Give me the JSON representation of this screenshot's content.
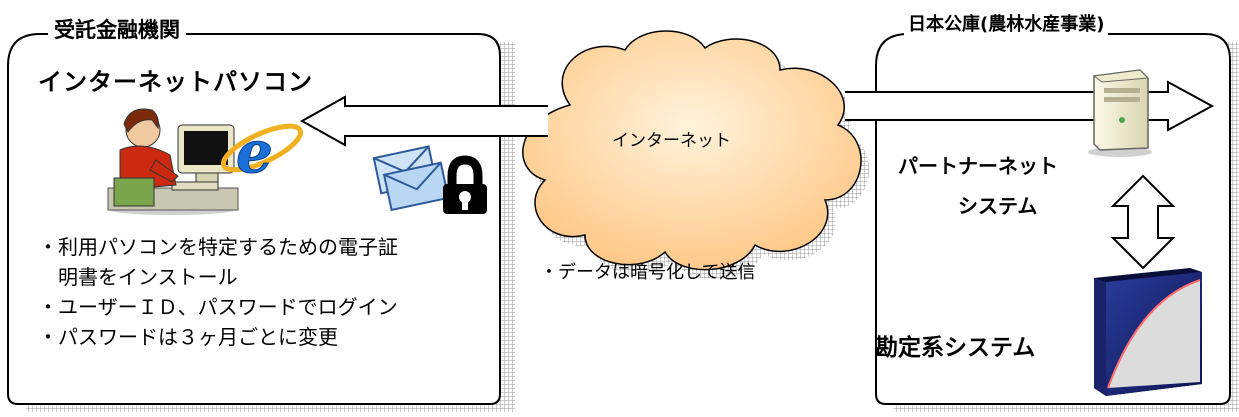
{
  "bank": {
    "title": "受託金融機関",
    "pc_heading": "インターネットパソコン",
    "notes": [
      "・利用パソコンを特定するための電子証",
      "　明書をインストール",
      "・ユーザーＩＤ、パスワードでログイン",
      "・パスワードは３ヶ月ごとに変更"
    ]
  },
  "jfc": {
    "title": "日本公庫(農林水産事業)",
    "partner_net_line1": "パートナーネット",
    "partner_net_line2": "システム",
    "accounting_system": "勘定系システム"
  },
  "network": {
    "cloud_label": "インターネット",
    "encryption_note": "・データは暗号化して送信"
  },
  "icons": {
    "person": "person-at-computer-icon",
    "browser": "internet-explorer-icon",
    "mail": "envelopes-icon",
    "lock": "padlock-icon",
    "server": "server-tower-icon",
    "database": "accounting-system-box-icon"
  },
  "colors": {
    "cloud_fill": "#ffd9a3",
    "shadow_grid": "#b9b9b9",
    "border": "#000000",
    "server_body": "#f1efd6",
    "box_front": "#1d2a78",
    "box_side": "#dcdcdc",
    "ie_blue": "#1a6fd8"
  }
}
